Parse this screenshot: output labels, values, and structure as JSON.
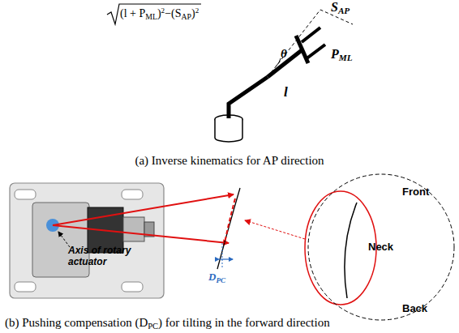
{
  "diagram": {
    "nodes": [
      {
        "text": [
          "Front",
          "Neck",
          "Back"
        ]
      }
    ],
    "labels": [
      "(l + P",
      "ML",
      ")",
      "2",
      "−(S",
      "AP",
      ")",
      "2",
      "S",
      "AP",
      "θ",
      "P",
      "ML",
      "l",
      "(a) Inverse kinematics for AP direction",
      "Axis of rotary actuator",
      "D",
      "PC",
      "(b) Pushing compensation (D",
      "PC",
      ") for tilting in the forward direction"
    ]
  }
}
